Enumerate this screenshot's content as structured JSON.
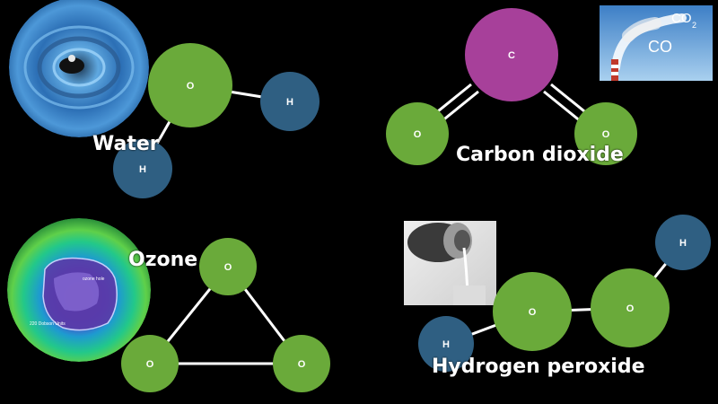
{
  "colors": {
    "background": "#000000",
    "oxygen": "#6aaa3a",
    "hydrogen": "#2f5f82",
    "carbon": "#a7409a",
    "bond": "#ffffff"
  },
  "molecules": {
    "water": {
      "label": "Water",
      "atoms": {
        "o": "O",
        "h1": "H",
        "h2": "H"
      }
    },
    "carbon_dioxide": {
      "label": "Carbon dioxide",
      "atoms": {
        "c": "C",
        "o1": "O",
        "o2": "O"
      }
    },
    "ozone": {
      "label": "Ozone",
      "atoms": {
        "o_top": "O",
        "o_left": "O",
        "o_right": "O"
      }
    },
    "hydrogen_peroxide": {
      "label": "Hydrogen peroxide",
      "atoms": {
        "h_left": "H",
        "o1": "O",
        "o2": "O",
        "h_right": "H"
      }
    }
  },
  "images": {
    "water_photo": "water-ripple-icon",
    "co2_photo": "smokestack-co2-icon",
    "ozone_photo": "ozone-hole-globe-icon",
    "peroxide_photo": "pouring-bottle-icon"
  },
  "co2_photo_text": {
    "co2": "CO",
    "sub2": "2",
    "co": "CO"
  },
  "ozone_photo_text": {
    "hole": "ozone hole",
    "units": "220 Dobson Units"
  }
}
